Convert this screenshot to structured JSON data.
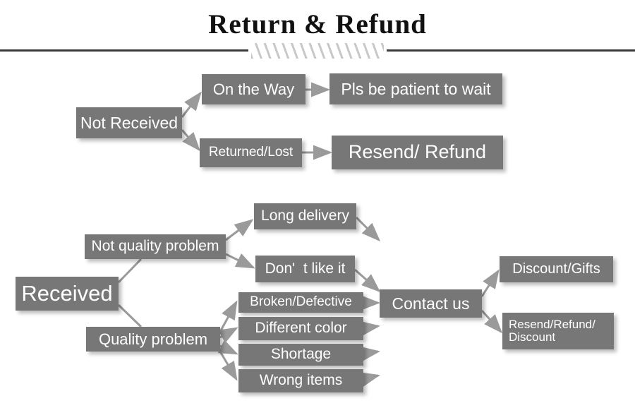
{
  "header": {
    "title": "Return & Refund",
    "divider_style": "hatched-rule"
  },
  "diagram": {
    "type": "flowchart",
    "box_color": "#777777",
    "text_color": "#ffffff",
    "arrow_color": "#9a9a9a",
    "branches": {
      "not_received": {
        "root": "Not Received",
        "children": [
          {
            "label": "On the Way",
            "result": "Pls be patient to wait"
          },
          {
            "label": "Returned/Lost",
            "result": "Resend/ Refund"
          }
        ]
      },
      "received": {
        "root": "Received",
        "children": [
          {
            "label": "Not quality problem",
            "reasons": [
              "Long delivery",
              "Don'  t like it"
            ]
          },
          {
            "label": "Quality problem",
            "reasons": [
              "Broken/Defective",
              "Different color",
              "Shortage",
              "Wrong items"
            ]
          }
        ],
        "handler": "Contact us",
        "outcomes": [
          "Discount/Gifts",
          "Resend/Refund/\nDiscount"
        ]
      }
    }
  },
  "nodes": {
    "not_received": "Not Received",
    "on_the_way": "On the Way",
    "pls_wait": "Pls be patient to wait",
    "returned_lost": "Returned/Lost",
    "resend_refund": "Resend/ Refund",
    "received": "Received",
    "not_quality_problem": "Not quality problem",
    "quality_problem": "Quality problem",
    "long_delivery": "Long delivery",
    "dont_like_it": "Don'  t like it",
    "broken_defective": "Broken/Defective",
    "different_color": "Different color",
    "shortage": "Shortage",
    "wrong_items": "Wrong items",
    "contact_us": "Contact us",
    "discount_gifts": "Discount/Gifts",
    "resend_refund_discount": "Resend/Refund/\nDiscount"
  }
}
